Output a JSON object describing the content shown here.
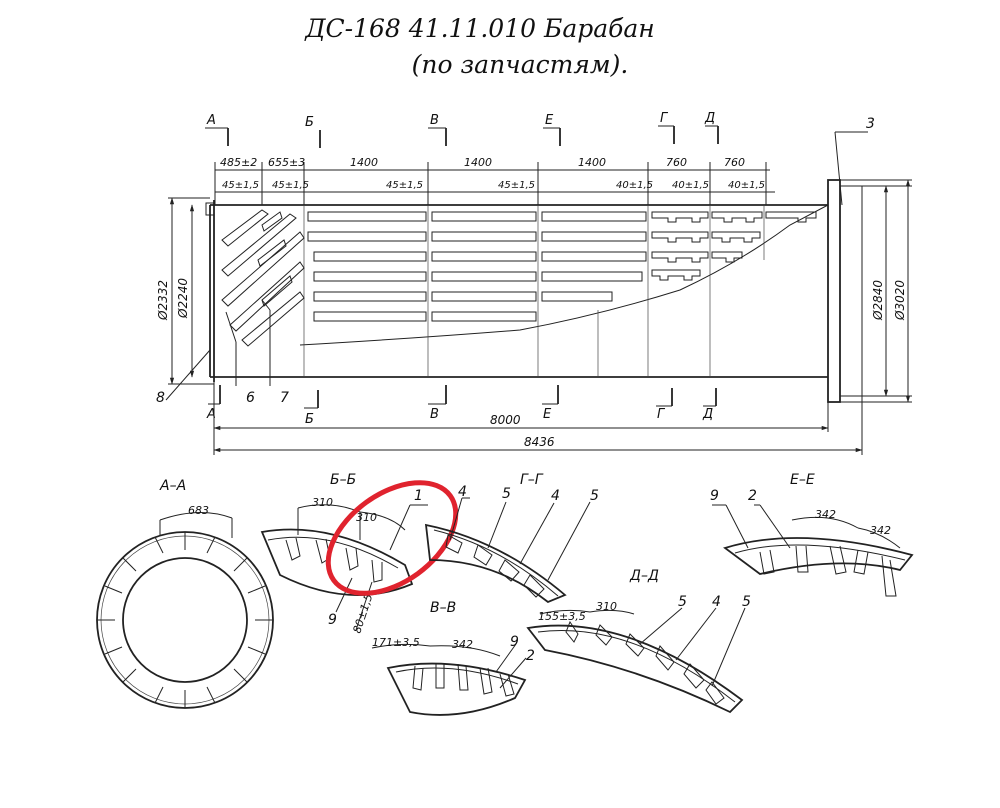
{
  "title": {
    "line1": "ДС-168 41.11.010 Барабан",
    "line2": "(по запчастям)."
  },
  "sections": {
    "a": "А",
    "b": "Б",
    "v": "В",
    "e": "Е",
    "g": "Г",
    "d": "Д"
  },
  "dims_top": [
    "485±2",
    "655±3",
    "1400",
    "1400",
    "1400",
    "760",
    "760"
  ],
  "dims_pitch": [
    "45±1,5",
    "45±1,5",
    "45±1,5",
    "45±1,5",
    "40±1,5",
    "40±1,5",
    "40±1,5"
  ],
  "diameters": {
    "left_outer": "Ø2332",
    "left_inner": "Ø2240",
    "right_inner": "Ø2840",
    "right_outer": "Ø3020"
  },
  "length_inner": "8000",
  "length_total": "8436",
  "callouts": {
    "p3": "3",
    "p8": "8",
    "p6": "6",
    "p7": "7"
  },
  "views": {
    "aa": {
      "title": "А–А",
      "dim": "683"
    },
    "bb": {
      "title": "Б–Б",
      "dim1": "310",
      "dim2": "310",
      "dim3": "80±1,5",
      "c1": "1",
      "c9": "9"
    },
    "gg": {
      "title": "Г–Г",
      "c4a": "4",
      "c5a": "5",
      "c4b": "4",
      "c5b": "5"
    },
    "ee": {
      "title": "Е–Е",
      "c9": "9",
      "c2": "2",
      "dim1": "342",
      "dim2": "342"
    },
    "vv": {
      "title": "В–В",
      "dim1": "171±3,5",
      "dim2": "342",
      "c9": "9",
      "c2": "2"
    },
    "dd": {
      "title": "Д–Д",
      "dim1": "155±3,5",
      "dim2": "310",
      "c5a": "5",
      "c4": "4",
      "c5b": "5"
    }
  },
  "colors": {
    "highlight": "#e0232e",
    "line": "#222222"
  }
}
